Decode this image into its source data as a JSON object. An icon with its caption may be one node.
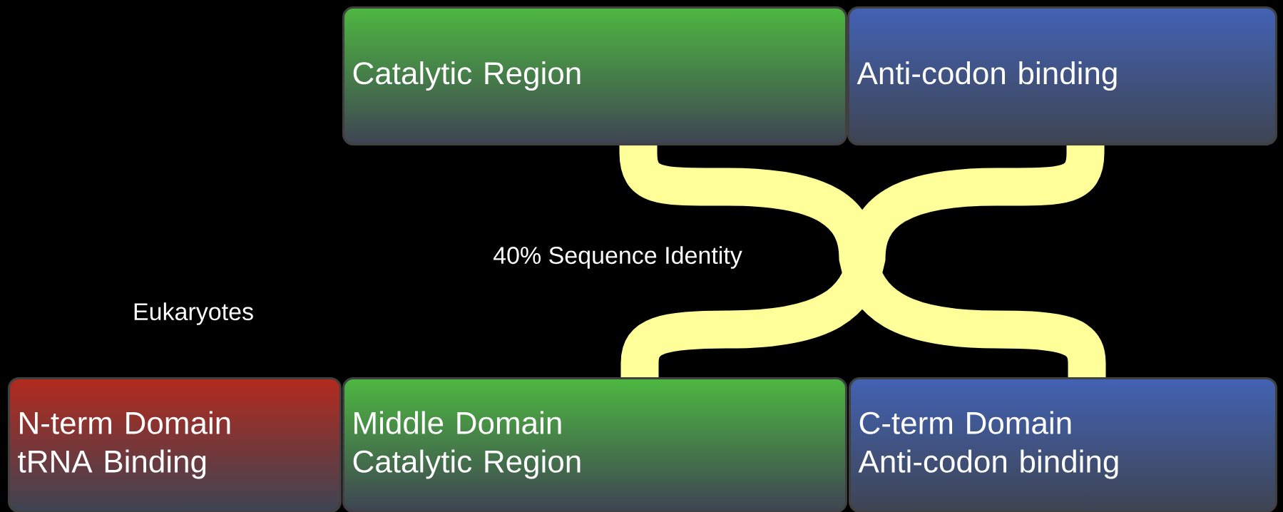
{
  "diagram": {
    "nodes": [
      {
        "text": [
          "Catalytic Region"
        ]
      },
      {
        "text": [
          "Anti-codon binding"
        ]
      },
      {
        "text": [
          "N-term Domain",
          "tRNA Binding"
        ]
      },
      {
        "text": [
          "Middle Domain",
          "Catalytic Region"
        ]
      },
      {
        "text": [
          "C-term Domain",
          "Anti-codon binding"
        ]
      }
    ],
    "edges": [
      {
        "from": 0,
        "to": 4,
        "arrow": "none"
      },
      {
        "from": 1,
        "to": 3,
        "arrow": "none"
      }
    ],
    "labels": [
      "40% Sequence Identity",
      "Eukaryotes"
    ]
  }
}
